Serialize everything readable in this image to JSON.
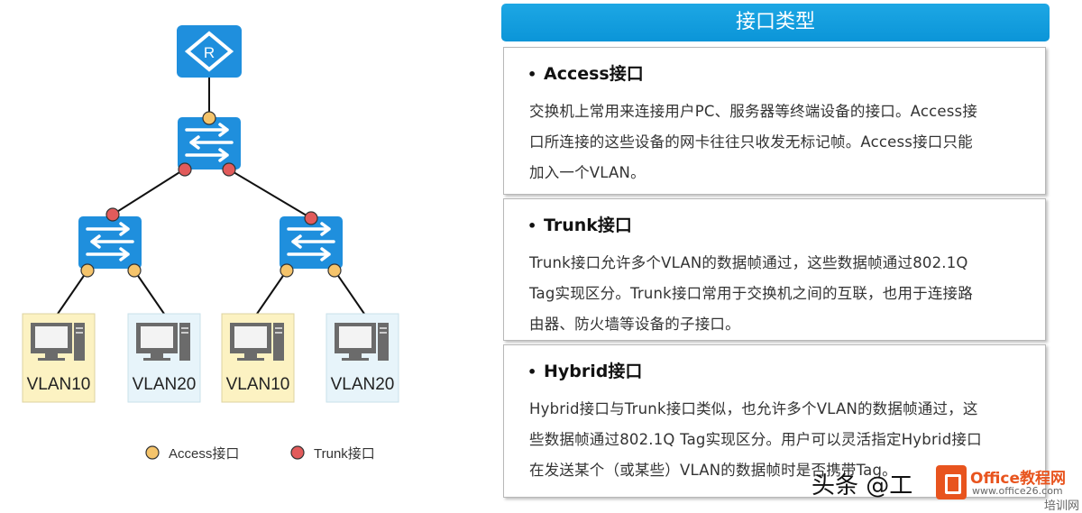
{
  "diagram": {
    "router_label": "R",
    "pcs": [
      {
        "label": "VLAN10",
        "color": "#fcf2c2"
      },
      {
        "label": "VLAN20",
        "color": "#e7f4fa"
      },
      {
        "label": "VLAN10",
        "color": "#fcf2c2"
      },
      {
        "label": "VLAN20",
        "color": "#e7f4fa"
      }
    ],
    "legend": {
      "access": "Access接口",
      "trunk": "Trunk接口",
      "access_color": "#f5c46b",
      "trunk_color": "#e25b5b"
    },
    "switch_color": "#1f8fdd"
  },
  "panel": {
    "header": "接口类型",
    "cards": [
      {
        "title": "Access接口",
        "lines": [
          "交换机上常用来连接用户PC、服务器等终端设备的接口。Access接",
          "口所连接的这些设备的网卡往往只收发无标记帧。Access接口只能",
          "加入一个VLAN。"
        ]
      },
      {
        "title": "Trunk接口",
        "lines": [
          "Trunk接口允许多个VLAN的数据帧通过，这些数据帧通过802.1Q",
          "Tag实现区分。Trunk接口常用于交换机之间的互联，也用于连接路",
          "由器、防火墙等设备的子接口。"
        ]
      },
      {
        "title": "Hybrid接口",
        "lines": [
          "Hybrid接口与Trunk接口类似，也允许多个VLAN的数据帧通过，这",
          "些数据帧通过802.1Q  Tag实现区分。用户可以灵活指定Hybrid接口",
          "在发送某个（或某些）VLAN的数据帧时是否携带Tag。"
        ]
      }
    ]
  },
  "watermark": {
    "text": "头条 @工",
    "brand": "Office教程网",
    "url": "www.office26.com",
    "sub": "培训网"
  }
}
